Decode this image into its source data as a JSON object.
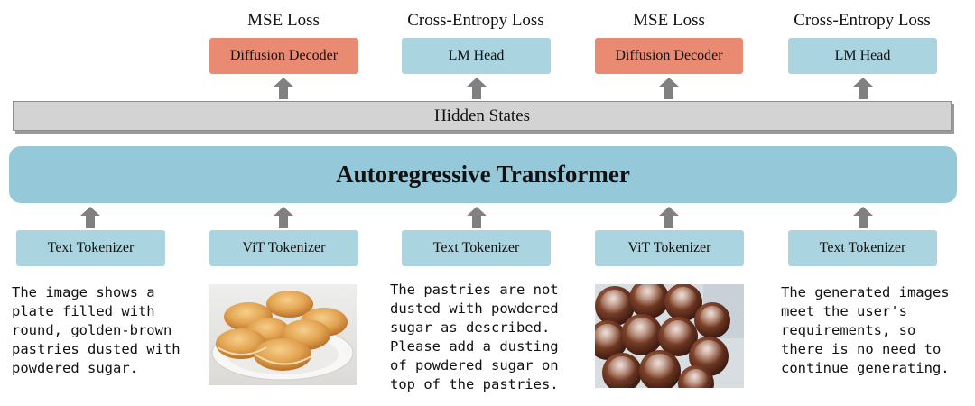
{
  "heads": [
    {
      "loss": "MSE Loss",
      "label": "Diffusion Decoder",
      "color": "#e98a72"
    },
    {
      "loss": "Cross-Entropy Loss",
      "label": "LM Head",
      "color": "#a9d4e0"
    },
    {
      "loss": "MSE Loss",
      "label": "Diffusion Decoder",
      "color": "#e98a72"
    },
    {
      "loss": "Cross-Entropy Loss",
      "label": "LM Head",
      "color": "#a9d4e0"
    }
  ],
  "hidden_states": "Hidden States",
  "transformer": "Autoregressive Transformer",
  "tokenizers": [
    "Text Tokenizer",
    "ViT Tokenizer",
    "Text Tokenizer",
    "ViT Tokenizer",
    "Text Tokenizer"
  ],
  "inputs": {
    "text1": "The image shows a\nplate filled with\nround, golden-brown\npastries dusted with\npowdered sugar.",
    "text2": "The pastries are not\ndusted with powdered\nsugar as described.\nPlease add a dusting\nof powdered sugar on\ntop of the pastries.",
    "text3": "The generated images\nmeet the user's\nrequirements, so\nthere is no need to\ncontinue generating."
  }
}
